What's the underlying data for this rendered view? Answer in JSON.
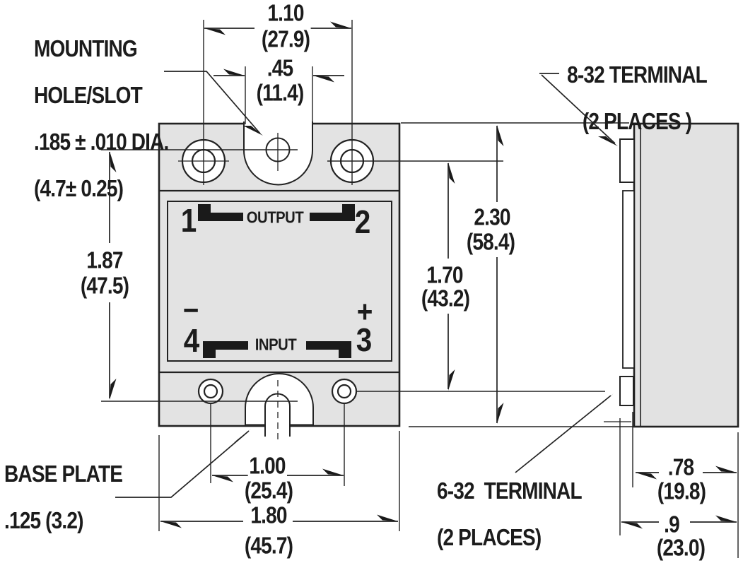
{
  "drawing": {
    "device_face": {
      "pin1": "1",
      "pin2": "2",
      "pin3": "3",
      "pin4": "4",
      "minus": "−",
      "plus": "+",
      "output": "OUTPUT",
      "input": "INPUT"
    },
    "callouts": {
      "mounting_line1": "MOUNTING",
      "mounting_line2": "HOLE/SLOT",
      "mounting_line3": ".185 ± .010 DIA.",
      "mounting_line4": "(4.7± 0.25)",
      "terminal_8_32_line1": "8-32 TERMINAL",
      "terminal_8_32_line2": "(2 PLACES )",
      "terminal_6_32_line1": "6-32  TERMINAL",
      "terminal_6_32_line2": "(2 PLACES)",
      "base_plate_line1": "BASE PLATE",
      "base_plate_line2": ".125 (3.2)"
    },
    "dimensions": {
      "top_hole_spacing_in": "1.10",
      "top_hole_spacing_mm": "(27.9)",
      "slot_width_in": ".45",
      "slot_width_mm": "(11.4)",
      "mounting_height_in": "1.87",
      "mounting_height_mm": "(47.5)",
      "terminal_height_in": "1.70",
      "terminal_height_mm": "(43.2)",
      "overall_height_in": "2.30",
      "overall_height_mm": "(58.4)",
      "bottom_hole_spacing_in": "1.00",
      "bottom_hole_spacing_mm": "(25.4)",
      "overall_width_in": "1.80",
      "overall_width_mm": "(45.7)",
      "body_depth_in": ".78",
      "body_depth_mm": "(19.8)",
      "overall_depth_in": ".9",
      "overall_depth_mm": "(23.0)"
    },
    "colors": {
      "line": "#222222",
      "body_fill": "#e3e3e3",
      "background": "#ffffff"
    }
  }
}
